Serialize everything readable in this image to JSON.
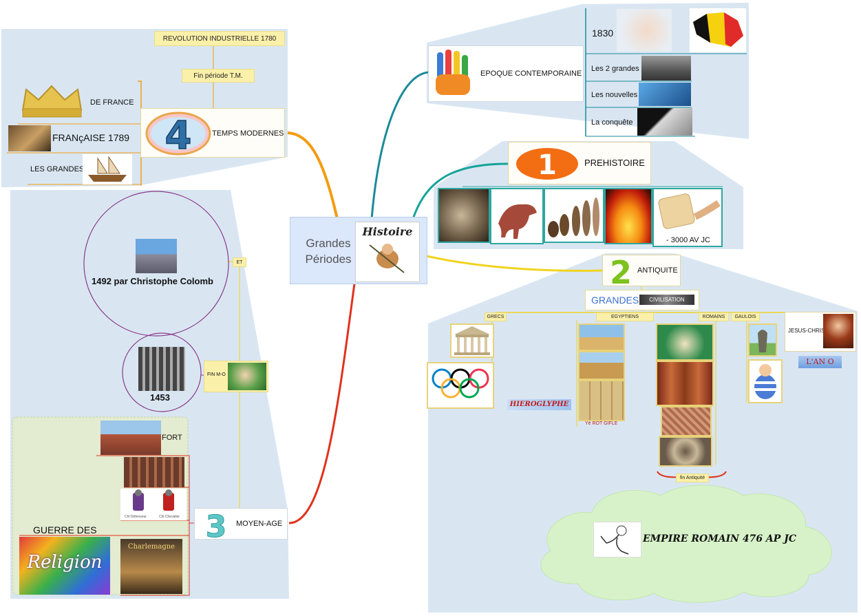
{
  "center": {
    "line1": "Grandes",
    "line2": "Périodes",
    "logo_text": "Histoire"
  },
  "temps_modernes": {
    "label": "TEMPS MODERNES",
    "number": "4",
    "revolution": "REVOLUTION INDUSTRIELLE 1780",
    "fin_periode": "Fin période T.M.",
    "rois": "DE FRANCE",
    "revolution_fr": "FRANçAISE 1789",
    "decouvertes": "LES GRANDES"
  },
  "contemporaine": {
    "label": "EPOQUE CONTEMPORAINE",
    "year": "1830",
    "guerres": "Les 2 grandes",
    "nouvelles": "Les nouvelles",
    "conquete": "La conquête"
  },
  "prehistoire": {
    "label": "PREHISTOIRE",
    "number": "1",
    "date": "- 3000 AV JC"
  },
  "antiquite": {
    "label": "ANTIQUITE",
    "number": "2",
    "grandes": "GRANDES",
    "civilisation": "CIVILISATION",
    "grecs": "GRECS",
    "egyptiens": "EGYPTIENS",
    "romains": "ROMAINS",
    "gaulois": "GAULOIS",
    "jesus": "JESUS-CHRIST",
    "an_zero": "L'AN O",
    "hieroglyphe": "HIEROGLYPHE",
    "rot_gifle": "Yé  ROT GIFLE",
    "fin": "fin Antiquité",
    "empire": "EMPIRE ROMAIN 476 AP JC"
  },
  "moyen_age": {
    "label": "MOYEN-AGE",
    "number": "3",
    "colomb": "1492 par Christophe Colomb",
    "et": "ET",
    "year_1453": "1453",
    "fin_mo": "FIN M-O",
    "fort": "FORT",
    "guerre": "GUERRE DES",
    "religion": "Religion",
    "charlemagne": "Charlemagne",
    "defenseur": "Chl Défenseur",
    "chevalier": "Chl Chevalier"
  },
  "colors": {
    "panel": "#d9e6f2",
    "orange_branch": "#f39c12",
    "teal_branch": "#1a8a9a",
    "green_branch": "#17a398",
    "yellow_branch": "#f0d320",
    "red_branch": "#e0321c",
    "cloud": "#d7f2c8"
  }
}
